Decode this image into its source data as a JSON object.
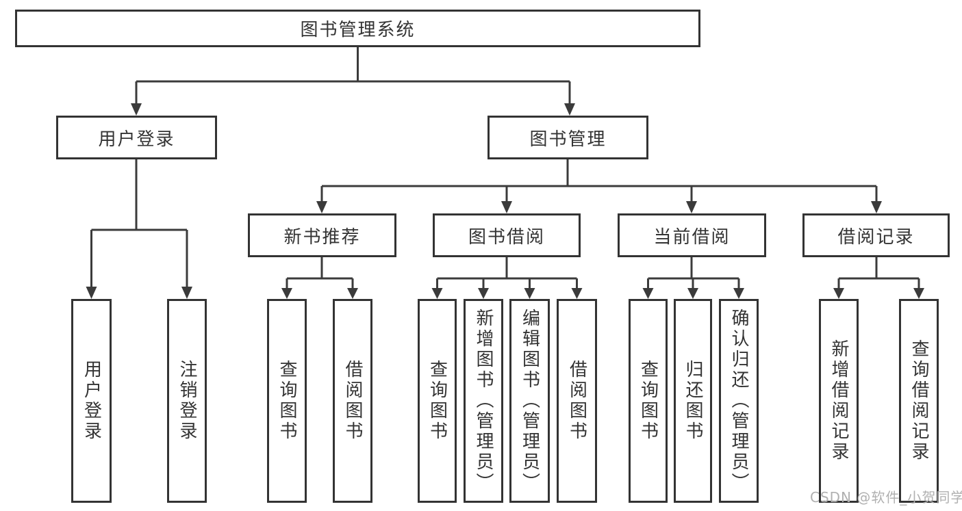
{
  "colors": {
    "background": "#ffffff",
    "line": "#3b3b3b",
    "box_border": "#333333",
    "text": "#333333",
    "watermark": "#b0b0b0"
  },
  "tree": {
    "root": {
      "label": "图书管理系统"
    },
    "branches": [
      {
        "label": "用户登录",
        "children": [
          {
            "label": "用户登录"
          },
          {
            "label": "注销登录"
          }
        ]
      },
      {
        "label": "图书管理",
        "sections": [
          {
            "label": "新书推荐",
            "children": [
              {
                "label": "查询图书"
              },
              {
                "label": "借阅图书"
              }
            ]
          },
          {
            "label": "图书借阅",
            "children": [
              {
                "label": "查询图书"
              },
              {
                "label": "新增图书（管理员）"
              },
              {
                "label": "编辑图书（管理员）"
              },
              {
                "label": "借阅图书"
              }
            ]
          },
          {
            "label": "当前借阅",
            "children": [
              {
                "label": "查询图书"
              },
              {
                "label": "归还图书"
              },
              {
                "label": "确认归还（管理员）"
              }
            ]
          },
          {
            "label": "借阅记录",
            "children": [
              {
                "label": "新增借阅记录"
              },
              {
                "label": "查询借阅记录"
              }
            ]
          }
        ]
      }
    ]
  },
  "watermark": {
    "text": "CSDN @软件_小贺同学"
  }
}
